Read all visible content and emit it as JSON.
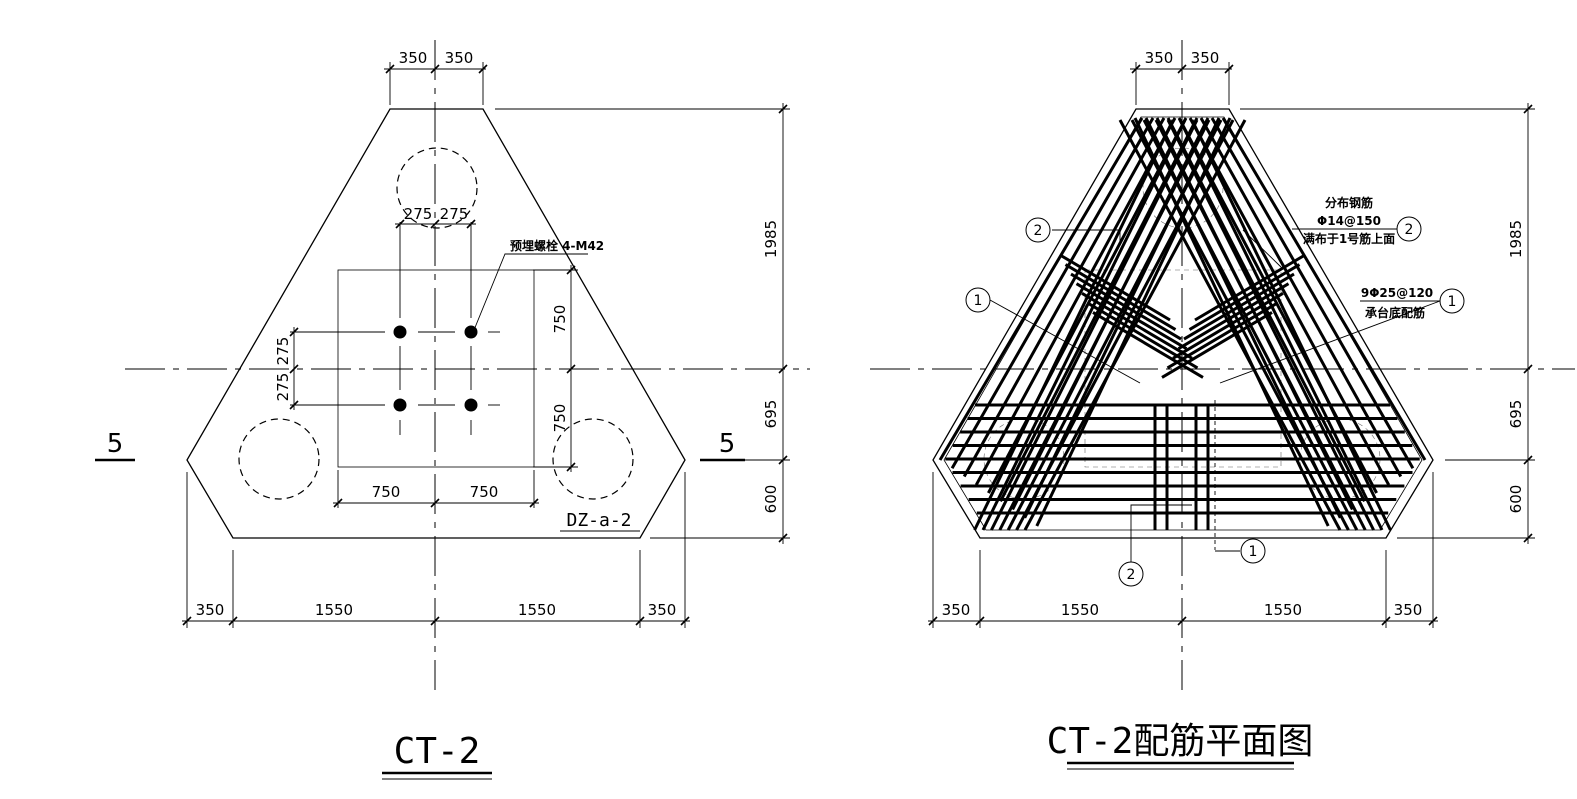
{
  "left": {
    "title": "CT-2",
    "section_left": "5",
    "section_right": "5",
    "pile_tag": "DZ-a-2",
    "bolt_note": "预埋螺栓 4-M42",
    "dims": {
      "top_a": "350",
      "top_b": "350",
      "bolt_x_a": "275",
      "bolt_x_b": "275",
      "bolt_y_a": "275",
      "bolt_y_b": "275",
      "box_y_a": "750",
      "box_y_b": "750",
      "box_x_a": "750",
      "box_x_b": "750",
      "right_1": "1985",
      "right_2": "695",
      "right_3": "600",
      "bottom_1": "350",
      "bottom_2": "1550",
      "bottom_3": "1550",
      "bottom_4": "350"
    }
  },
  "right": {
    "title": "CT-2配筋平面图",
    "note_dist_1": "分布钢筋",
    "note_dist_2": "Φ14@150",
    "note_dist_3": "满布于1号筋上面",
    "note_main_1": "9Φ25@120",
    "note_main_2": "承台底配筋",
    "marker_1": "1",
    "marker_2": "2",
    "dims": {
      "top_a": "350",
      "top_b": "350",
      "right_1": "1985",
      "right_2": "695",
      "right_3": "600",
      "bottom_1": "350",
      "bottom_2": "1550",
      "bottom_3": "1550",
      "bottom_4": "350"
    }
  }
}
